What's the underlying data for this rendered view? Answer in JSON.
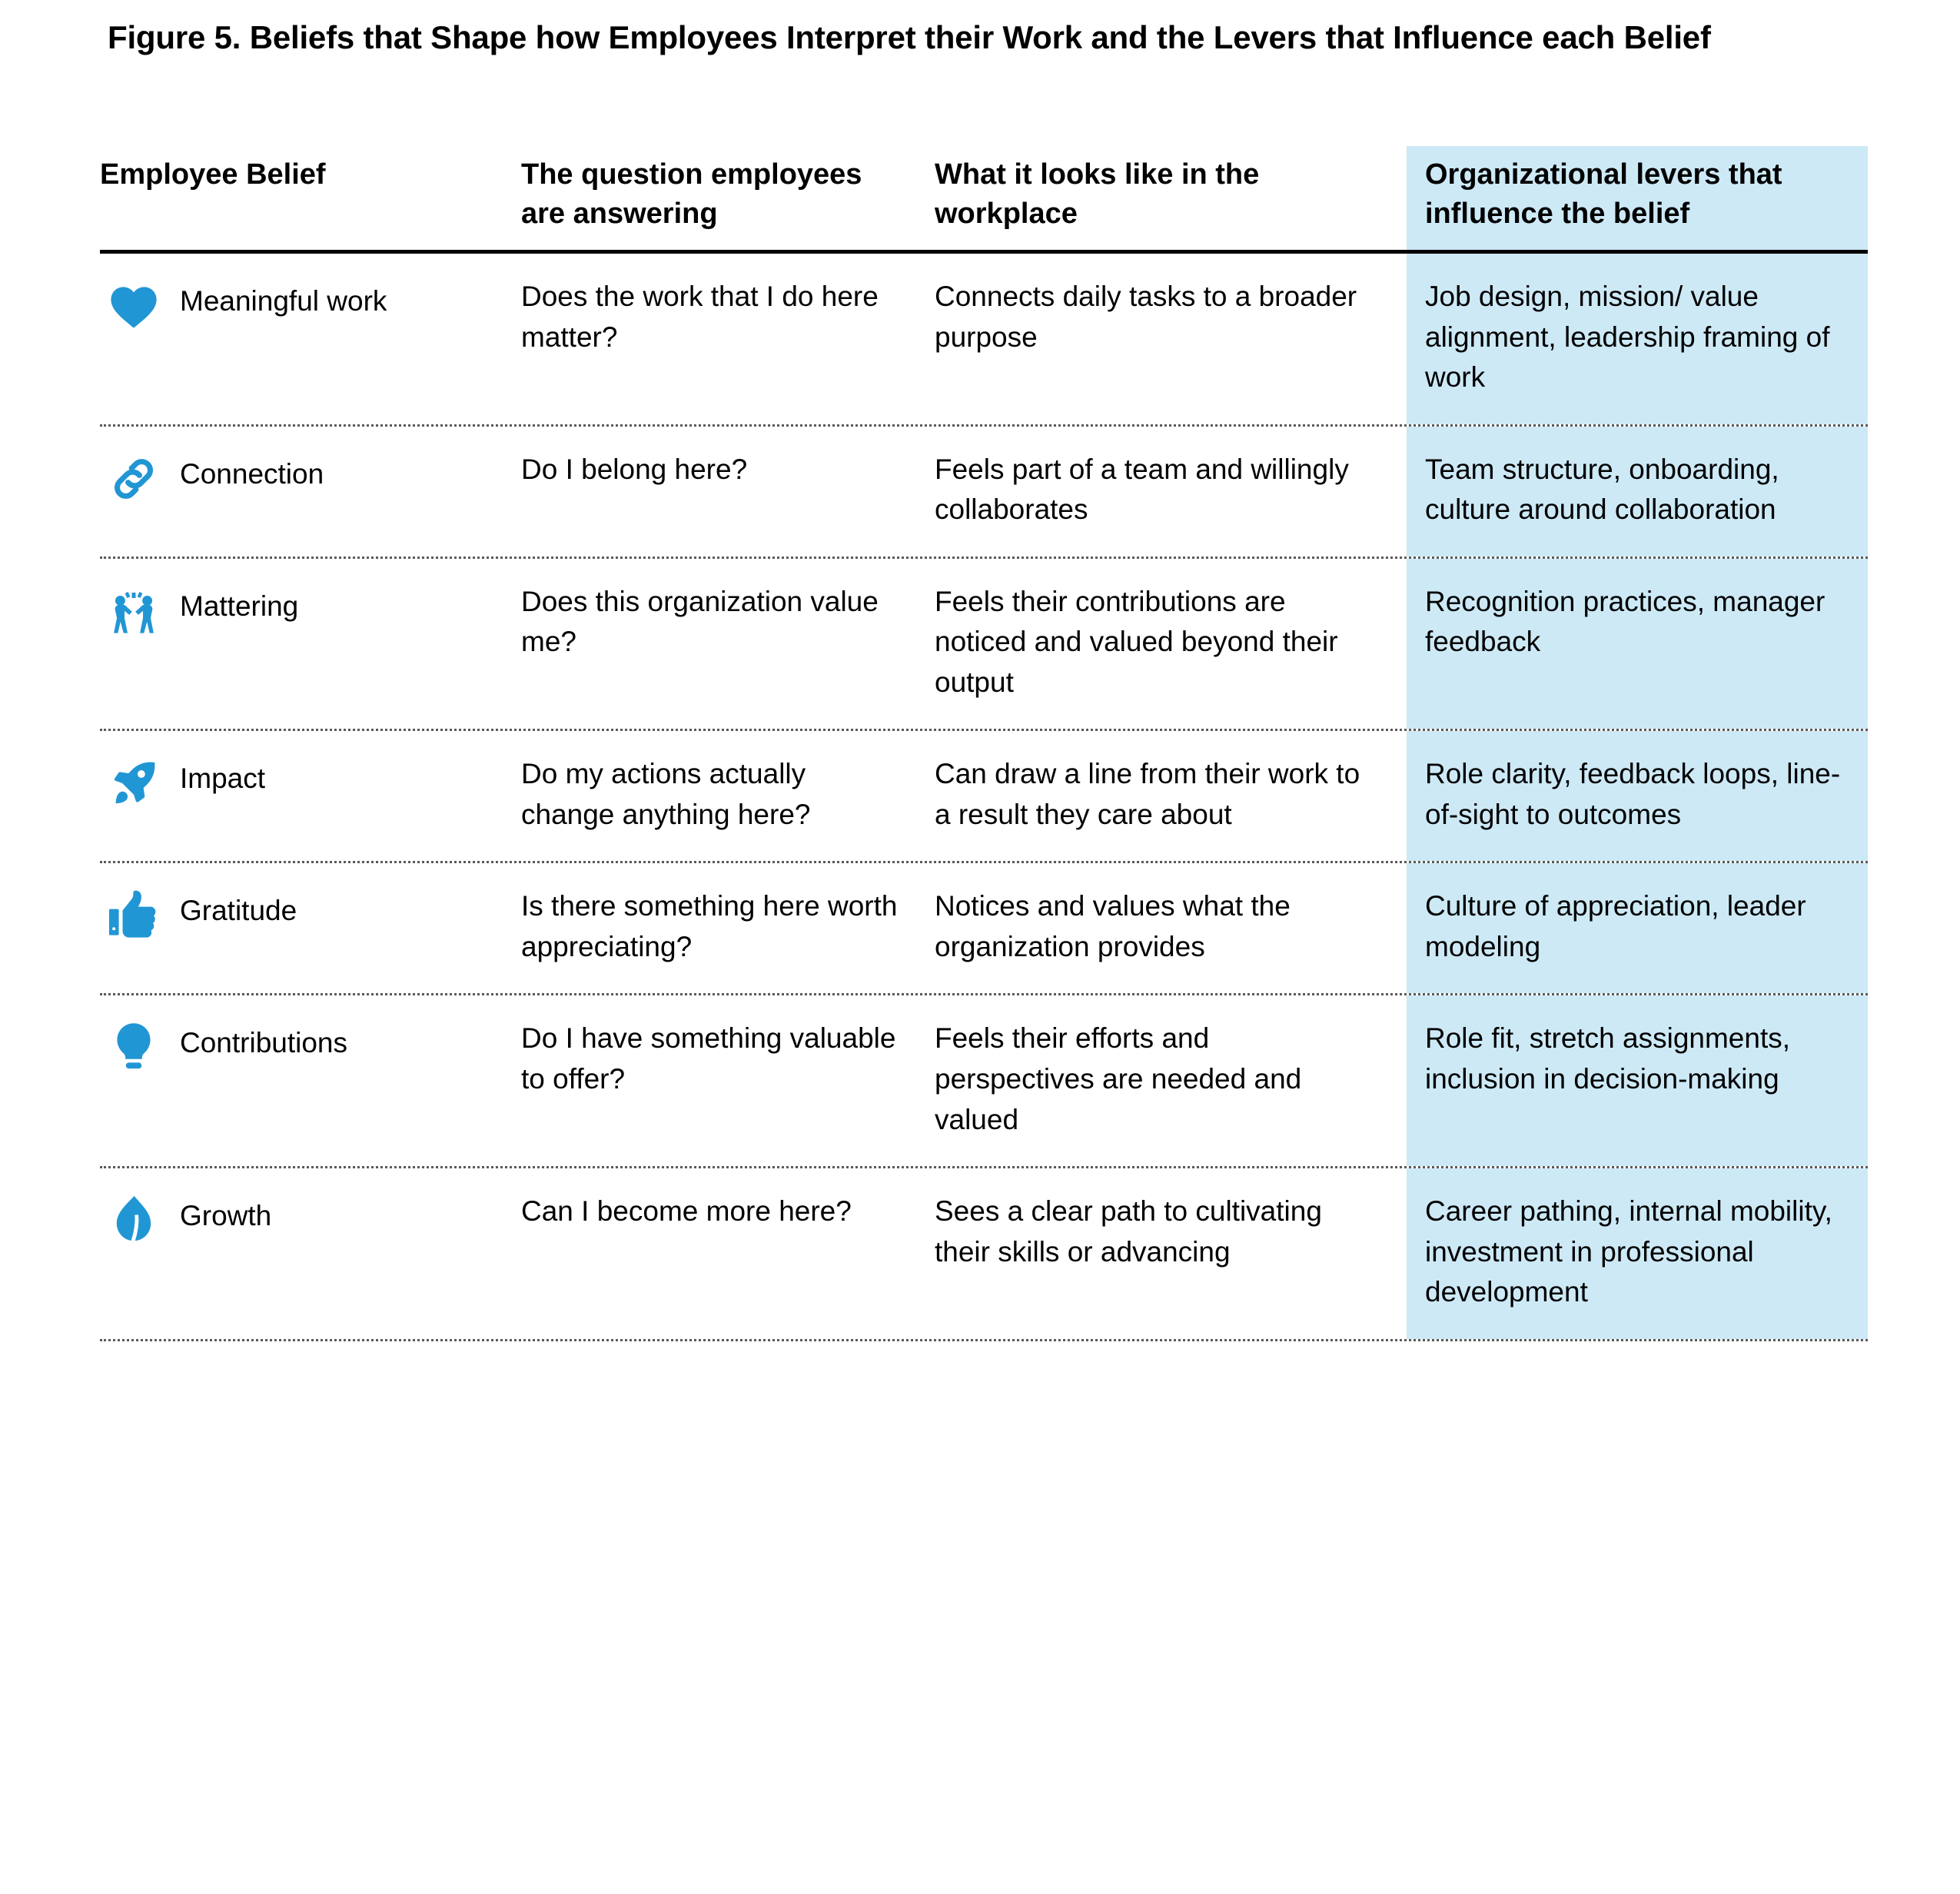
{
  "figure": {
    "title": "Figure 5. Beliefs that Shape how Employees Interpret their Work and the Levers that Influence each Belief"
  },
  "colors": {
    "icon_blue": "#2196d4",
    "levers_column_background": "#cde9f6",
    "header_rule": "#000000",
    "row_separator": "#5a5a5a"
  },
  "table": {
    "headers": {
      "belief": "Employee Belief",
      "question": "The question employees are answering",
      "workplace": "What it looks like in the workplace",
      "levers": "Organizational levers that influence the belief"
    },
    "rows": [
      {
        "icon": "heart-icon",
        "belief": "Meaningful work",
        "question": "Does the work that I do here matter?",
        "workplace": "Connects daily tasks to a broader purpose",
        "levers": "Job design, mission/ value alignment, leadership framing of work"
      },
      {
        "icon": "link-icon",
        "belief": "Connection",
        "question": "Do I belong here?",
        "workplace": "Feels part of a team and willingly collaborates",
        "levers": "Team structure, onboarding, culture around collaboration"
      },
      {
        "icon": "high-five-icon",
        "belief": "Mattering",
        "question": "Does this organization value me?",
        "workplace": "Feels their contributions are noticed and valued beyond their output",
        "levers": "Recognition practices, manager feedback"
      },
      {
        "icon": "rocket-icon",
        "belief": "Impact",
        "question": "Do my actions actually change anything here?",
        "workplace": "Can draw a line from their work to a result they care about",
        "levers": "Role clarity, feedback loops, line-of-sight to outcomes"
      },
      {
        "icon": "thumbs-up-icon",
        "belief": "Gratitude",
        "question": "Is there something here worth appreciating?",
        "workplace": "Notices and values what the organization provides",
        "levers": "Culture of appreciation, leader modeling"
      },
      {
        "icon": "lightbulb-icon",
        "belief": "Contributions",
        "question": "Do I have something valuable to offer?",
        "workplace": "Feels their efforts and perspectives are needed and valued",
        "levers": "Role fit, stretch assignments, inclusion in decision-making"
      },
      {
        "icon": "leaf-icon",
        "belief": "Growth",
        "question": "Can I become more here?",
        "workplace": "Sees a clear path to cultivating their skills or advancing",
        "levers": "Career pathing, internal mobility, investment in professional development"
      }
    ]
  }
}
